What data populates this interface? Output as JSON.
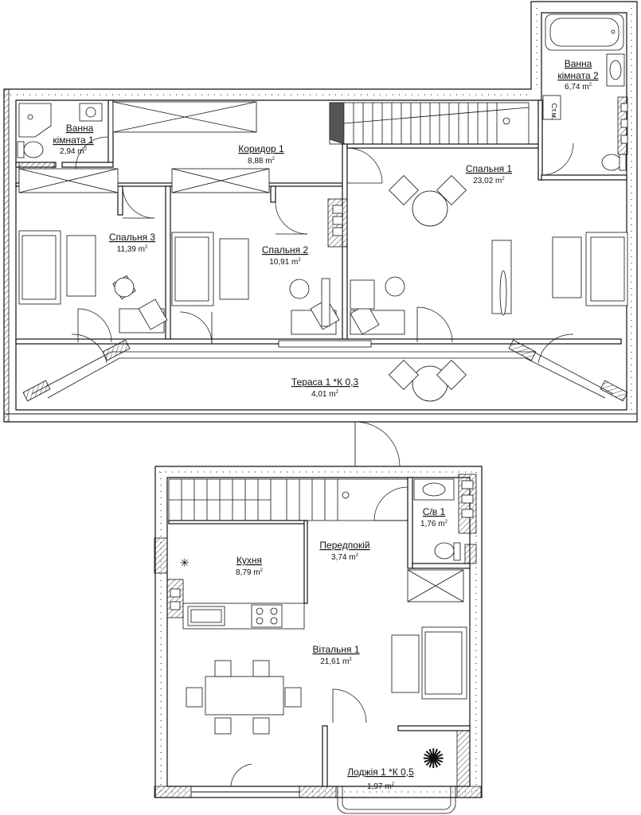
{
  "rooms": {
    "bath1": {
      "name_line1": "Ванна",
      "name_line2": "кімната 1",
      "area": "2,94 m",
      "unit_sup": "2"
    },
    "corridor": {
      "name": "Коридор 1",
      "area": "8,88 m",
      "unit_sup": "2"
    },
    "bath2": {
      "name_line1": "Ванна",
      "name_line2": "кімната 2",
      "area": "6,74 m",
      "unit_sup": "2"
    },
    "bedroom1": {
      "name": "Спальня 1",
      "area": "23,02 m",
      "unit_sup": "2"
    },
    "bedroom3": {
      "name": "Спальня 3",
      "area": "11,39 m",
      "unit_sup": "2"
    },
    "bedroom2": {
      "name": "Спальня 2",
      "area": "10,91 m",
      "unit_sup": "2"
    },
    "terrace": {
      "name": "Тераса 1 *К 0,3",
      "area": "4,01 m",
      "unit_sup": "2"
    },
    "wc1": {
      "name": "С/в 1",
      "area": "1,76 m",
      "unit_sup": "2"
    },
    "hall": {
      "name": "Передпокій",
      "area": "3,74 m",
      "unit_sup": "2"
    },
    "kitchen": {
      "name": "Кухня",
      "area": "8,79 m",
      "unit_sup": "2"
    },
    "living": {
      "name": "Вітальня 1",
      "area": "21,61 m",
      "unit_sup": "2"
    },
    "loggia": {
      "name": "Лоджія 1 *К 0,5",
      "area": "1,97 m",
      "unit_sup": "2"
    }
  },
  "labels": {
    "shaft": "Ст.м."
  }
}
